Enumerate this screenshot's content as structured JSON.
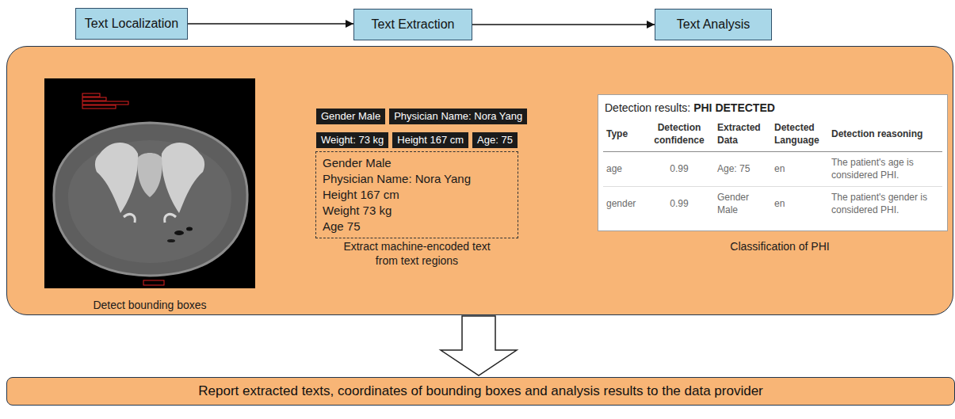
{
  "diagram": {
    "nodes": [
      {
        "text": [
          "Text Localization"
        ]
      },
      {
        "text": [
          "Text Extraction"
        ]
      },
      {
        "text": [
          "Text Analysis"
        ]
      },
      {
        "text": [
          "Detect bounding boxes",
          "Extract machine-encoded text from text regions",
          "Classification of PHI"
        ]
      },
      {
        "text": [
          "Gender Male"
        ],
        "in": 3
      },
      {
        "text": [
          "Physician Name: Nora Yang"
        ],
        "in": 3
      },
      {
        "text": [
          "Weight: 73 kg"
        ],
        "in": 3
      },
      {
        "text": [
          "Height 167 cm"
        ],
        "in": 3
      },
      {
        "text": [
          "Age: 75"
        ],
        "in": 3
      },
      {
        "text": [
          "Gender Male",
          "Physician Name: Nora Yang",
          "Height 167 cm",
          "Weight 73 kg",
          "Age 75"
        ],
        "in": 3
      },
      {
        "text": [
          "Detection results:",
          "PHI DETECTED"
        ],
        "in": 3
      },
      {
        "text": [
          "Report extracted texts, coordinates of bounding boxes and analysis results to the data provider"
        ]
      }
    ],
    "edges": [
      {
        "from": 0,
        "to": 1,
        "arrow": "to"
      },
      {
        "from": 1,
        "to": 2,
        "arrow": "to"
      },
      {
        "from": 3,
        "to": 11,
        "arrow": "to"
      }
    ],
    "labels": [
      "Type",
      "Detection confidence",
      "Extracted Data",
      "Detected Language",
      "Detection reasoning",
      "age",
      "0.99",
      "Age: 75",
      "en",
      "The patient's age is considered PHI.",
      "gender",
      "0.99",
      "Gender Male",
      "en",
      "The patient's gender is considered PHI."
    ]
  }
}
